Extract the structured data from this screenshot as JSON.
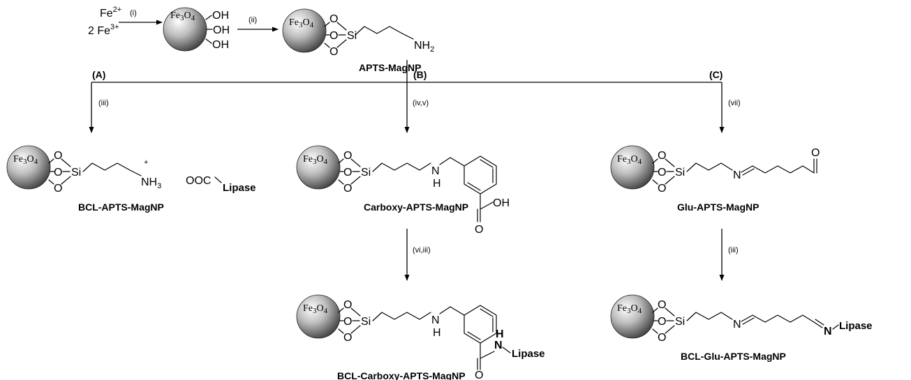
{
  "reactants": {
    "fe2_prefix": "Fe",
    "fe2_charge": "2+",
    "fe3_prefix": "2 Fe",
    "fe3_charge": "3+"
  },
  "nanoparticle": {
    "fe": "Fe",
    "sub1": "3",
    "o": "O",
    "sub2": "4"
  },
  "atoms": {
    "o": "O",
    "oh": "OH",
    "si": "Si",
    "nh2_n": "NH",
    "nh2_sub": "2",
    "nh3_n": "NH",
    "nh3_sub": "3",
    "plus": "+",
    "nh": "N",
    "h": "H",
    "ooc": "OOC",
    "lipase": "Lipase",
    "n": "N",
    "cooh_oh": "OH",
    "amide_nh": "N",
    "amide_h": "H"
  },
  "steps": {
    "i": "(i)",
    "ii": "(ii)",
    "iii": "(iii)",
    "iv_v": "(iv,v)",
    "vii": "(vii)",
    "vi_iii": "(vi,iii)",
    "iii_c": "(iii)"
  },
  "routes": {
    "a": "(A)",
    "b": "(B)",
    "c": "(C)"
  },
  "names": {
    "apts": "APTS-MagNP",
    "bcl_apts": "BCL-APTS-MagNP",
    "carboxy": "Carboxy-APTS-MagNP",
    "glu": "Glu-APTS-MagNP",
    "bcl_carboxy": "BCL-Carboxy-APTS-MagNP",
    "bcl_glu": "BCL-Glu-APTS-MagNP"
  },
  "colors": {
    "sphere_light": "#ffffff",
    "sphere_mid": "#b5b5b5",
    "sphere_dark": "#3a3a3a",
    "ink": "#000000"
  }
}
